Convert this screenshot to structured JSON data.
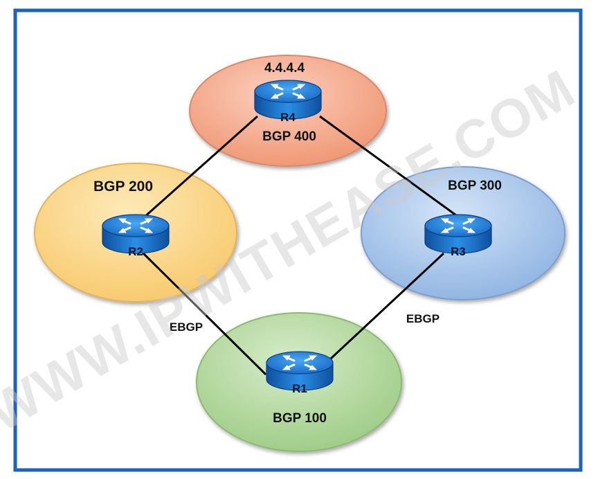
{
  "watermark": "WWW.IPWITHEASE.COM",
  "colors": {
    "frame": "#1e63b8",
    "as400": "#f4a98c",
    "as200": "#fbd98e",
    "as300": "#a9c6ea",
    "as100": "#b6d8a2",
    "router": "#1e7fd6",
    "link": "#000000"
  },
  "as": {
    "as400": {
      "label": "BGP 400",
      "loopback": "4.4.4.4"
    },
    "as200": {
      "label": "BGP 200"
    },
    "as300": {
      "label": "BGP 300"
    },
    "as100": {
      "label": "BGP 100"
    }
  },
  "routers": {
    "r4": {
      "name": "R4",
      "icon": "router-icon"
    },
    "r2": {
      "name": "R2",
      "icon": "router-icon"
    },
    "r3": {
      "name": "R3",
      "icon": "router-icon"
    },
    "r1": {
      "name": "R1",
      "icon": "router-icon"
    }
  },
  "links": {
    "r2_r1": {
      "label": "EBGP"
    },
    "r3_r1": {
      "label": "EBGP"
    }
  }
}
